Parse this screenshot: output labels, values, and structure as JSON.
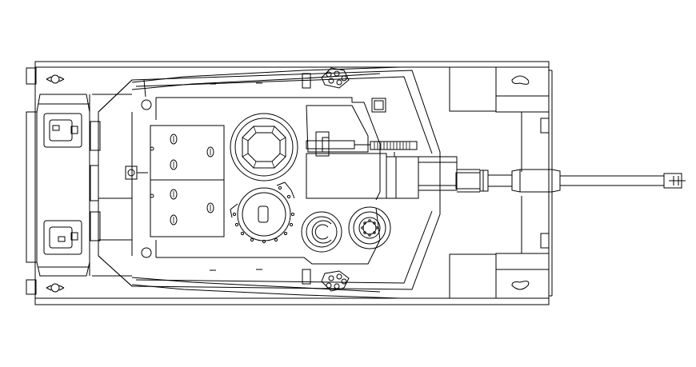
{
  "drawing": {
    "kind": "cad-plan-view",
    "subject": "tank-top-view",
    "line_color": "#000000",
    "background": "#ffffff",
    "components": [
      "hull-outline",
      "engine-deck",
      "left-track-fender",
      "right-track-fender",
      "turret",
      "commander-cupola",
      "loader-hatch",
      "ammo-stowage-box",
      "gunner-sight",
      "coaxial-machine-gun",
      "main-gun-mantlet",
      "main-gun-barrel",
      "fume-extractor",
      "muzzle-reference-sensor",
      "smoke-grenade-launcher-left",
      "smoke-grenade-launcher-right",
      "tow-hooks",
      "headlight-left",
      "headlight-right",
      "driver-hatch-left",
      "driver-hatch-right"
    ]
  }
}
